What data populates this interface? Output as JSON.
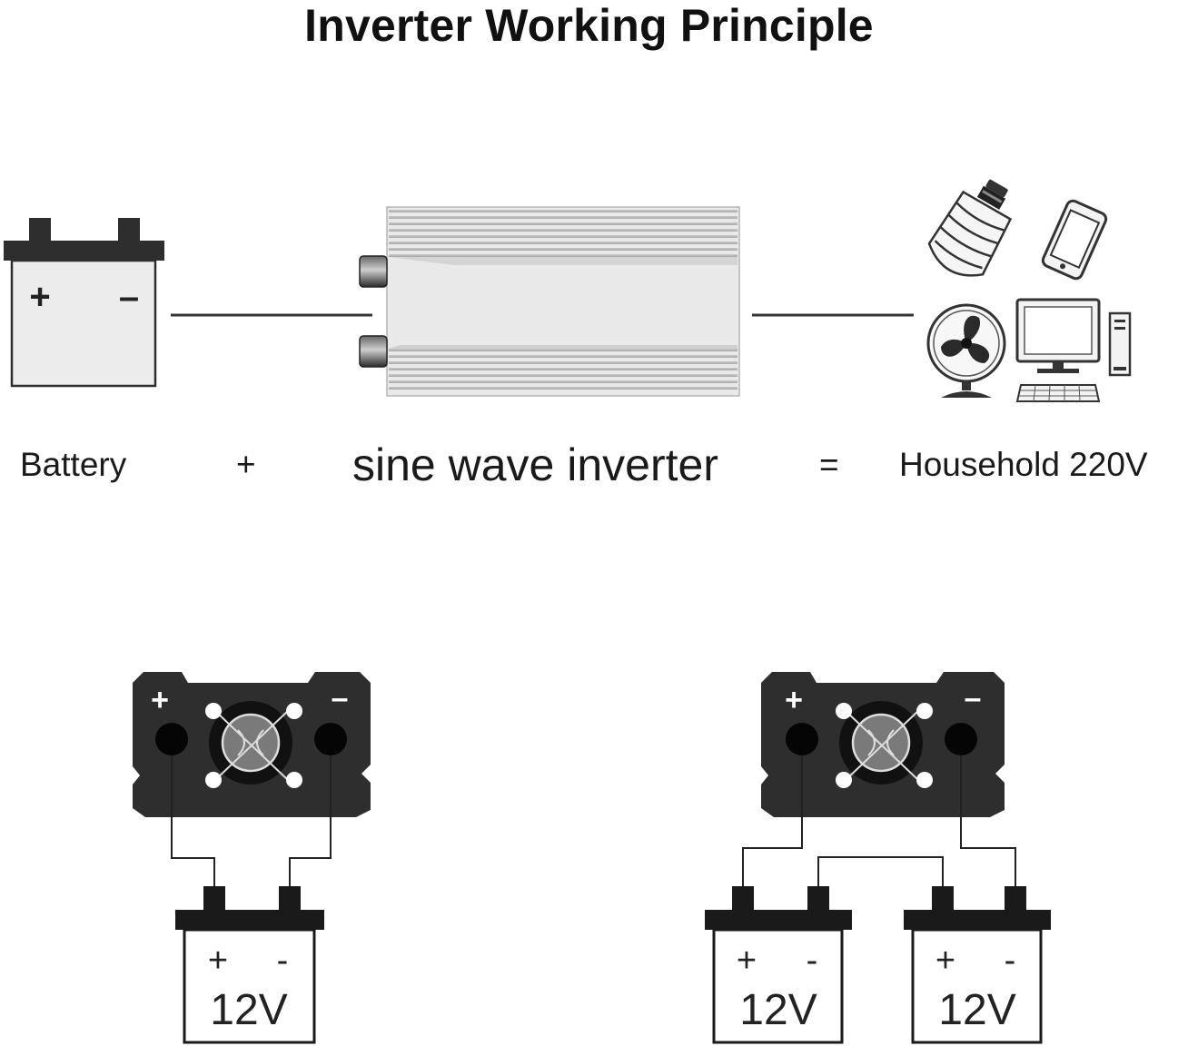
{
  "title": "Inverter Working Principle",
  "flow": {
    "battery_label": "Battery",
    "plus_sign": "+",
    "inverter_label": "sine wave inverter",
    "equals_sign": "=",
    "output_label": "Household 220V"
  },
  "battery_icon": {
    "positive": "+",
    "negative": "–"
  },
  "inverter_face": {
    "positive": "+",
    "negative": "–"
  },
  "single_setup": {
    "battery": {
      "positive": "+",
      "negative": "-",
      "voltage": "12V"
    }
  },
  "dual_setup": {
    "batteries": [
      {
        "positive": "+",
        "negative": "-",
        "voltage": "12V"
      },
      {
        "positive": "+",
        "negative": "-",
        "voltage": "12V"
      }
    ]
  },
  "icons": [
    "battery-icon",
    "inverter-icon",
    "bulb-icon",
    "phone-icon",
    "fan-icon",
    "computer-icon"
  ],
  "colors": {
    "dark": "#2e2e2e",
    "line": "#1a1a1a",
    "inverter_body": "#e9e9ea"
  }
}
